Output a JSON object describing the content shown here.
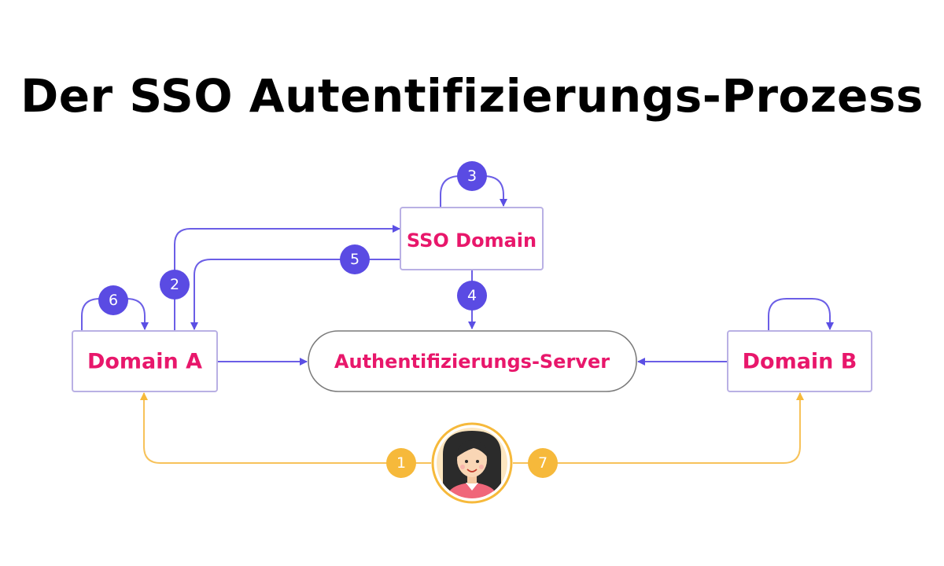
{
  "title": "Der SSO Autentifizierungs-Prozess",
  "nodes": {
    "sso_domain": "SSO Domain",
    "domain_a": "Domain A",
    "auth_server": "Authentifizierungs-Server",
    "domain_b": "Domain B"
  },
  "steps": {
    "s1": "1",
    "s2": "2",
    "s3": "3",
    "s4": "4",
    "s5": "5",
    "s6": "6",
    "s7": "7"
  },
  "colors": {
    "label": "#e8176b",
    "flow": "#6b5ee6",
    "badge": "#5a4be3",
    "user_flow": "#f7c25a",
    "user_badge": "#f6b93b",
    "box_border": "#b9b0e4"
  },
  "icons": {
    "user": "user-avatar-icon"
  }
}
